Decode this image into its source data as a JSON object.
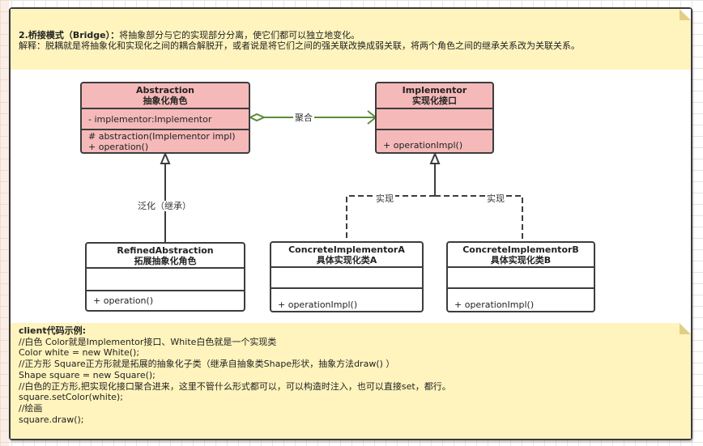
{
  "top_note": {
    "title_bold": "2.桥接模式（Bridge）：",
    "title_rest": "将抽象部分与它的实现部分分离，使它们都可以独立地变化。",
    "explain_label": "解释：",
    "explain_text": "脱耦就是将抽象化和实现化之间的耦合解脱开，或者说是将它们之间的强关联改换成弱关联，将两个角色之间的继承关系改为关联关系。"
  },
  "classes": {
    "abstraction": {
      "name": "Abstraction",
      "subtitle": "抽象化角色",
      "attributes": [
        "- implementor:Implementor"
      ],
      "methods": [
        "# abstraction(Implementor impl)",
        "+ operation()"
      ],
      "color": "#f5b9b9"
    },
    "implementor": {
      "name": "Implementor",
      "subtitle": "实现化接口",
      "attributes": [],
      "methods": [
        "+ operationImpl()"
      ],
      "color": "#f5b9b9"
    },
    "refined_abstraction": {
      "name": "RefinedAbstraction",
      "subtitle": "拓展抽象化角色",
      "attributes": [],
      "methods": [
        "+ operation()"
      ]
    },
    "concrete_a": {
      "name": "ConcreteImplementorA",
      "subtitle": "具体实现化类A",
      "attributes": [],
      "methods": [
        "+ operationImpl()"
      ]
    },
    "concrete_b": {
      "name": "ConcreteImplementorB",
      "subtitle": "具体实现化类B",
      "attributes": [],
      "methods": [
        "+ operationImpl()"
      ]
    }
  },
  "relations": {
    "aggregation_label": "聚合",
    "aggregation_color": "#5b8c3a",
    "generalization_label": "泛化（继承）",
    "realization_a_label": "实现",
    "realization_b_label": "实现"
  },
  "bottom_note": {
    "title": "client代码示例:",
    "lines": [
      "//白色  Color就是Implementor接口、White白色就是一个实现类",
      "Color white = new White();",
      "//正方形 Square正方形就是拓展的抽象化子类（继承自抽象类Shape形状，抽象方法draw() ）",
      "Shape square = new Square();",
      "//白色的正方形,把实现化接口聚合进来，这里不管什么形式都可以，可以构造时注入，也可以直接set，都行。",
      "square.setColor(white);",
      "//绘画",
      "square.draw();"
    ]
  }
}
